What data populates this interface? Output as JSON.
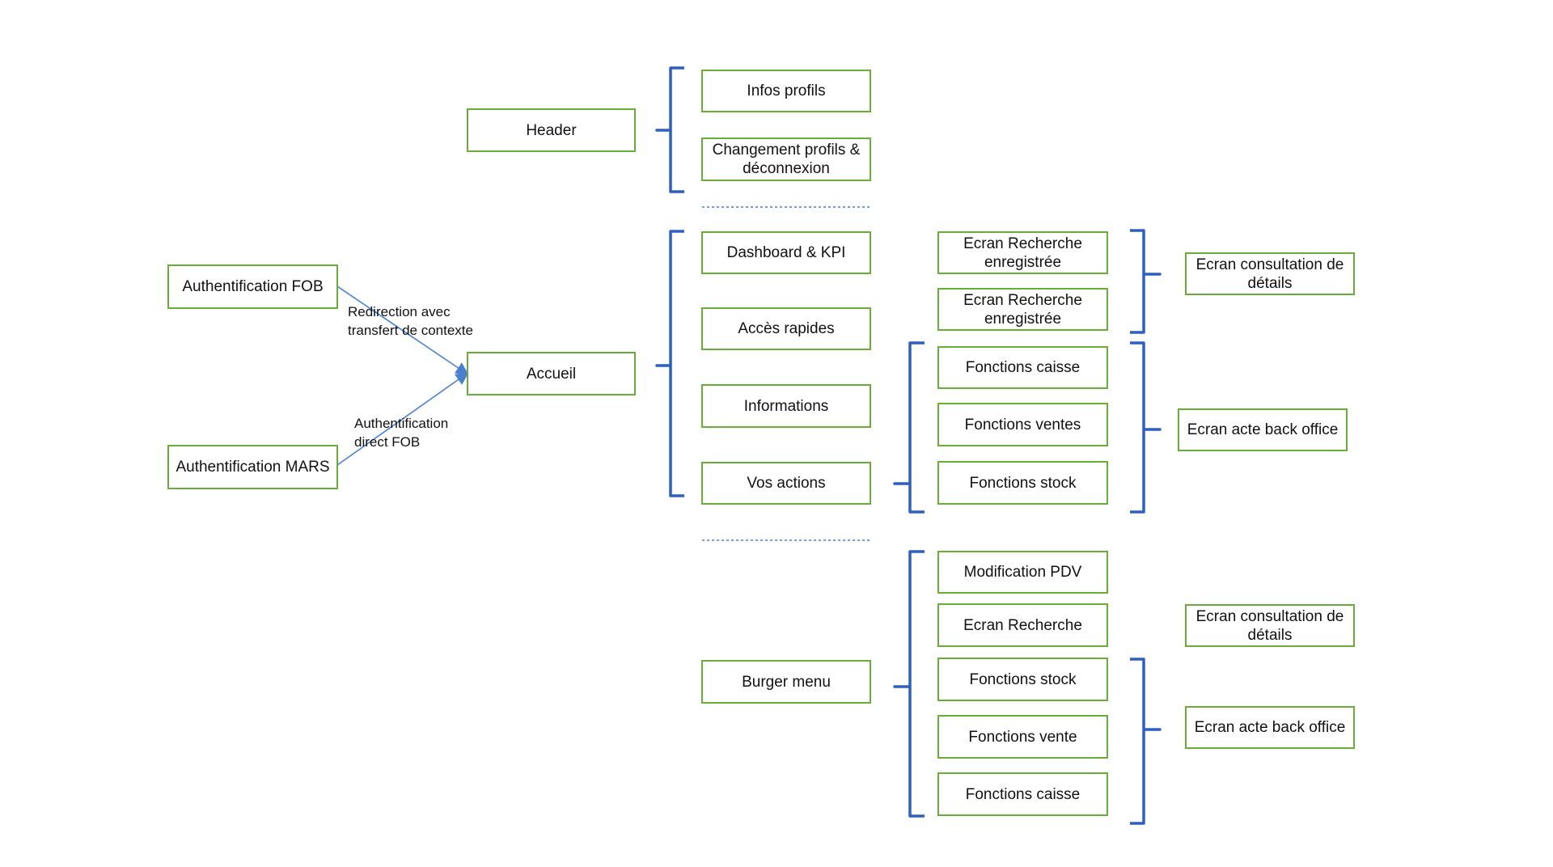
{
  "nodes": {
    "auth_fob": "Authentification FOB",
    "auth_mars": "Authentification MARS",
    "accueil": "Accueil",
    "header": "Header",
    "infos_profils": "Infos profils",
    "changement_profils": "Changement profils & déconnexion",
    "dashboard_kpi": "Dashboard & KPI",
    "acces_rapides": "Accès rapides",
    "informations": "Informations",
    "vos_actions": "Vos actions",
    "ecran_recherche_1": "Ecran Recherche enregistrée",
    "ecran_recherche_2": "Ecran Recherche enregistrée",
    "fonctions_caisse_1": "Fonctions caisse",
    "fonctions_ventes": "Fonctions ventes",
    "fonctions_stock_1": "Fonctions stock",
    "ecran_consultation_1": "Ecran consultation de détails",
    "ecran_acte_1": "Ecran acte back office",
    "burger_menu": "Burger menu",
    "modification_pdv": "Modification PDV",
    "ecran_recherche_3": "Ecran Recherche",
    "fonctions_stock_2": "Fonctions stock",
    "fonctions_vente": "Fonctions vente",
    "fonctions_caisse_2": "Fonctions caisse",
    "ecran_consultation_2": "Ecran consultation de détails",
    "ecran_acte_2": "Ecran acte back office"
  },
  "edge_labels": {
    "redirection": "Redirection avec transfert de contexte",
    "auth_direct": "Authentification direct FOB"
  },
  "colors": {
    "box_border": "#6aab3a",
    "bracket": "#2f5fbf",
    "arrow": "#4a7fd0",
    "separator": "#4a7fd0"
  }
}
